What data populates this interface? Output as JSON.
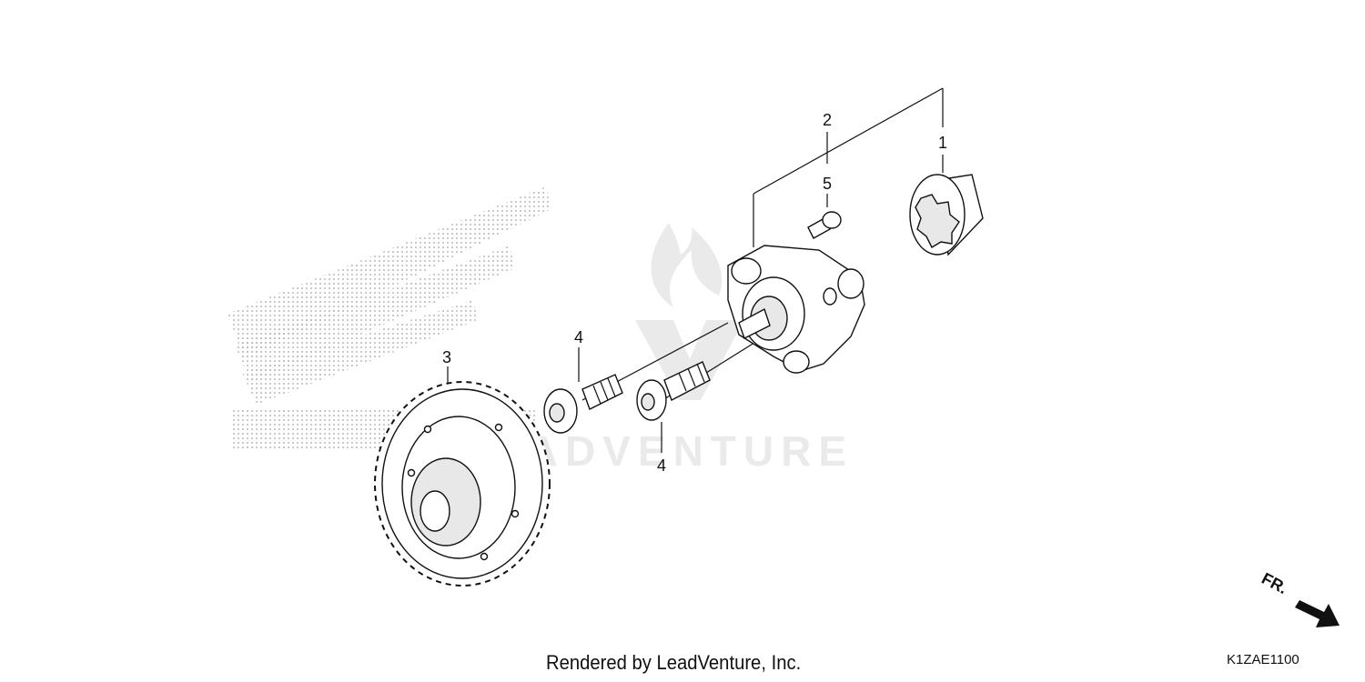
{
  "callouts": {
    "c1": "1",
    "c2": "2",
    "c3": "3",
    "c4a": "4",
    "c4b": "4",
    "c5": "5"
  },
  "watermark": {
    "brand": "LEADVENTURE"
  },
  "direction_label": "FR.",
  "footer_text": "Rendered by LeadVenture, Inc.",
  "diagram_code": "K1ZAE1100",
  "colors": {
    "line": "#111111",
    "watermark": "#d9d9d9",
    "logo_dots": "#9a9a9a"
  }
}
